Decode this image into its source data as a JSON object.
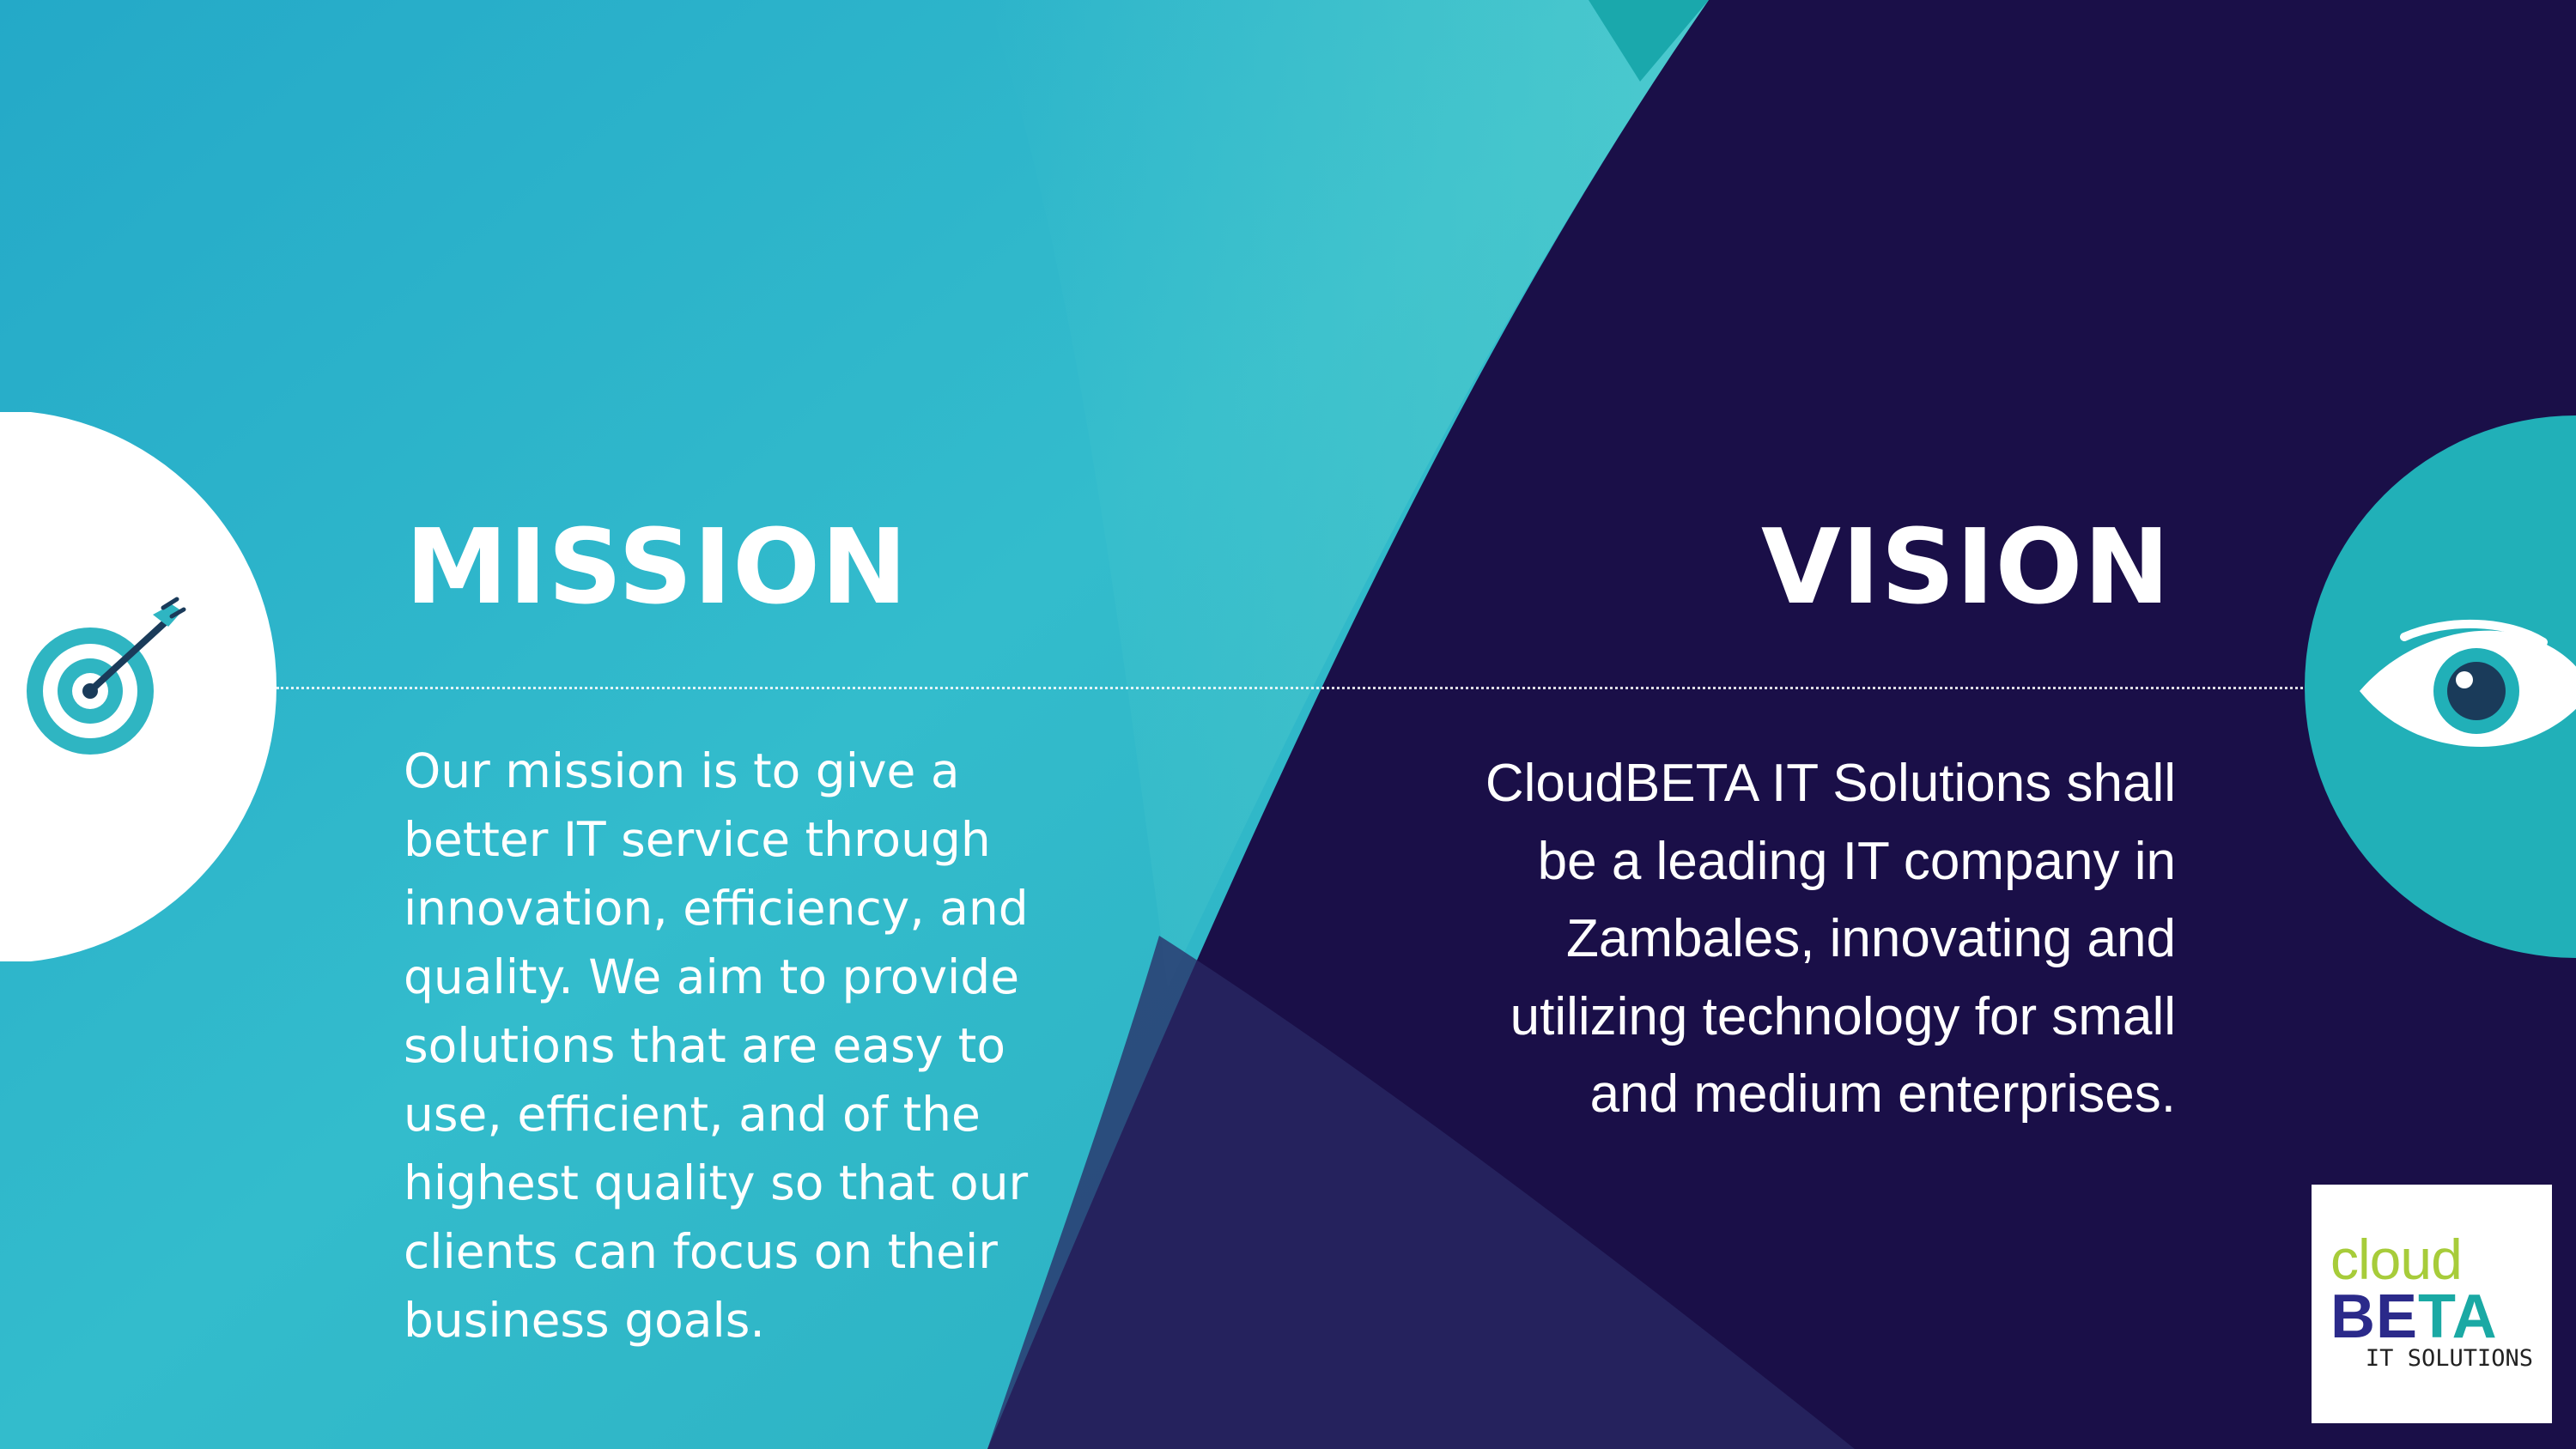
{
  "mission": {
    "title": "MISSION",
    "body": "Our mission is to give a better IT service through innovation, efficiency, and quality. We aim to provide solutions that are easy to use, efficient, and of the highest quality so that our clients can focus on their business goals."
  },
  "vision": {
    "title": "VISION",
    "body": "CloudBETA IT Solutions shall be a leading IT company in Zambales, innovating and utilizing technology for small and medium enterprises."
  },
  "logo": {
    "cloud": "cloud",
    "beta_1": "BE",
    "beta_2": "TA",
    "subtitle": "IT SOLUTIONS"
  },
  "icons": {
    "left": "target-icon",
    "right": "eye-icon"
  },
  "colors": {
    "teal": "#2fb5c2",
    "navy": "#1a0f48",
    "white": "#ffffff",
    "logo_green": "#a7cc3a",
    "logo_blue": "#2b2a8a"
  }
}
